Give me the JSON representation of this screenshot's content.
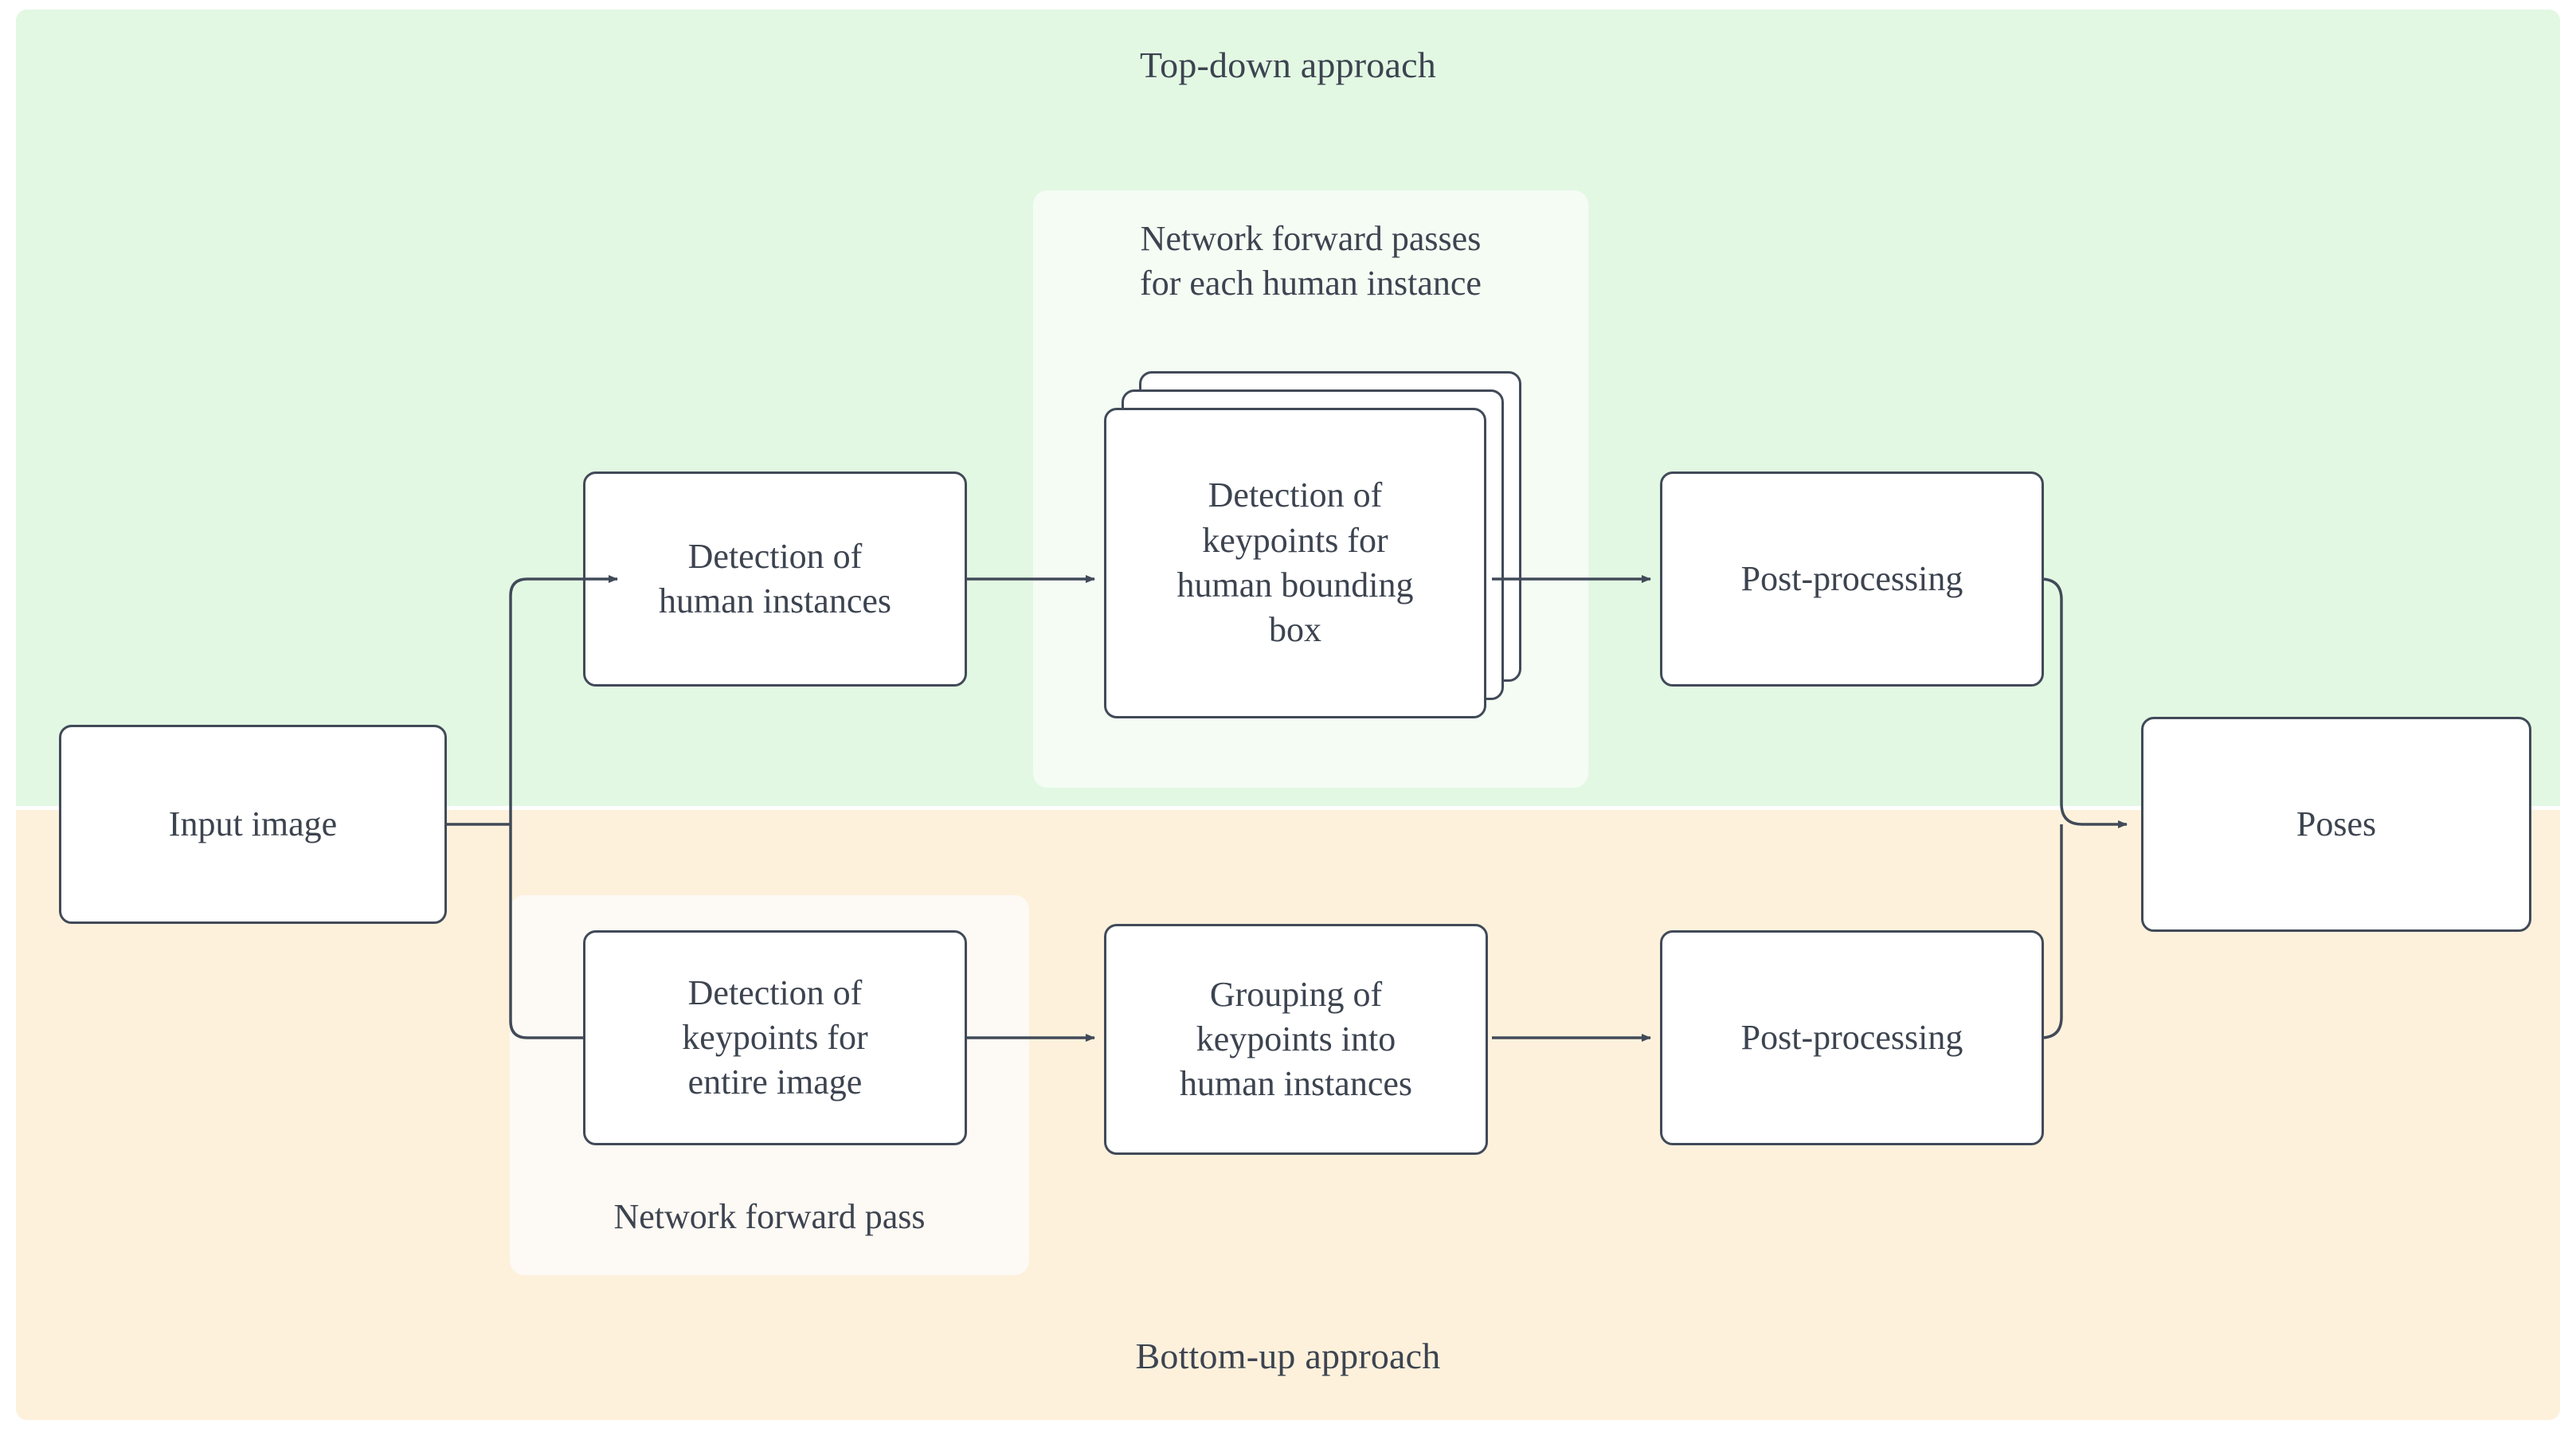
{
  "diagram": {
    "title_top": "Top-down approach",
    "title_bottom": "Bottom-up approach",
    "panels": {
      "top_label": "Network forward passes\nfor each human instance",
      "bottom_label": "Network forward pass"
    },
    "colors": {
      "band_top": "#e2f8e3",
      "band_bottom": "#fdf1dc",
      "panel_top": "#f4fcf4",
      "panel_bottom": "#fdf9f4",
      "node_border": "#414a58",
      "node_fill": "#ffffff",
      "text": "#3d4450",
      "connector": "#414a58"
    },
    "nodes": {
      "input_image": "Input image",
      "detect_humans": "Detection of\nhuman instances",
      "detect_keypoints_bbox": "Detection of\nkeypoints for\nhuman bounding\nbox",
      "postprocess_top": "Post-processing",
      "detect_keypoints_image": "Detection of\nkeypoints for\nentire image",
      "group_keypoints": "Grouping of\nkeypoints into\nhuman instances",
      "postprocess_bottom": "Post-processing",
      "poses": "Poses"
    },
    "stack": {
      "count": 3,
      "note": "Detection of keypoints box is drawn as a stack of three offset cards"
    },
    "edges": [
      {
        "from": "input_image",
        "to": "detect_humans",
        "arrow": true
      },
      {
        "from": "input_image",
        "to": "detect_keypoints_image",
        "arrow": true
      },
      {
        "from": "detect_humans",
        "to": "detect_keypoints_bbox",
        "arrow": true
      },
      {
        "from": "detect_keypoints_bbox",
        "to": "postprocess_top",
        "arrow": true
      },
      {
        "from": "postprocess_top",
        "to": "poses",
        "arrow": true
      },
      {
        "from": "detect_keypoints_image",
        "to": "group_keypoints",
        "arrow": true
      },
      {
        "from": "group_keypoints",
        "to": "postprocess_bottom",
        "arrow": true
      },
      {
        "from": "postprocess_bottom",
        "to": "poses",
        "arrow": false
      }
    ]
  }
}
